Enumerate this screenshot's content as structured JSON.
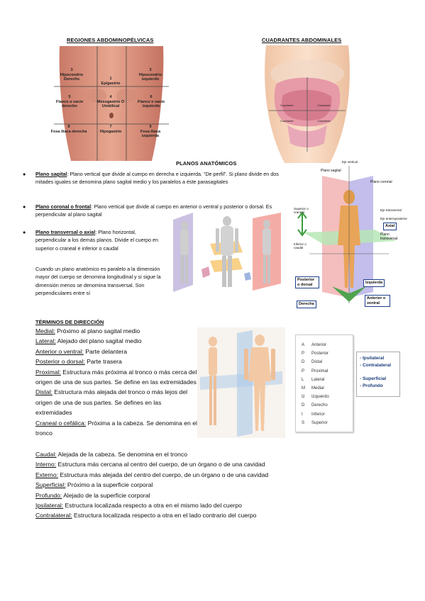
{
  "regions": {
    "title": "REGIONES ABDOMINOPÉLVICAS",
    "cells": [
      {
        "num": "3",
        "label": "Hipocondrio Derecho"
      },
      {
        "num": "1",
        "label": "Epigastrio"
      },
      {
        "num": "3",
        "label": "Hipocondrio izquierdo"
      },
      {
        "num": "5",
        "label": "Flanco o vacío derecho"
      },
      {
        "num": "4",
        "label": "Mesogastrio O Umbilical"
      },
      {
        "num": "6",
        "label": "Flanco o vacío izquierdo"
      },
      {
        "num": "8",
        "label": "Fosa iliaca derecha"
      },
      {
        "num": "7",
        "label": "Hipogastrio"
      },
      {
        "num": "9",
        "label": "Fosa iliaca izquierda"
      }
    ]
  },
  "quadrants": {
    "title": "CUADRANTES ABDOMINALES"
  },
  "planes": {
    "title": "PLANOS ANATÓMICOS",
    "items": [
      {
        "term": "Plano sagital",
        "text": ": Plano vertical que divide al cuerpo en derecha e izquierda. “De perfil”. Si plano divide en dos mitades iguales se denomina plano sagital medio y los paralelos a éste parasagitales"
      },
      {
        "term": "Plano coronal o frontal",
        "text": ": Plano vertical que divide al cuerpo en anterior o ventral y posterior o dorsal. Es perpendicular al plano sagital"
      },
      {
        "term": "Plano transversal o axial",
        "text": ": Plano horizontal, perpendicular a los demás planos. Divide el cuerpo en superior o craneal e inferior o caudal"
      }
    ],
    "note": "Cuando un plano anatómico es paralelo a la dimensión mayor del cuerpo se denomina longitudinal y si sigue la dimensión menos se denomina transversal. Son perpendiculares entre sí",
    "diagram_labels": {
      "sagital": "Plano sagital",
      "coronal": "Plano coronal",
      "eje_vertical": "Eje vertical",
      "eje_transversal": "Eje transversal",
      "eje_anteroposterior": "Eje anteroposterior",
      "superior": "Superior o craneal",
      "inferior": "Inferior o caudal",
      "axial": "Axial",
      "transversal": "Plano transversal",
      "posterior": "Posterior o dorsal",
      "izquierda": "Izquierda",
      "anterior": "Anterior o ventral",
      "derecha": "Derecha"
    }
  },
  "directions": {
    "title": "TÉRMINOS DE DIRECCIÓN",
    "terms": [
      {
        "term": "Medial:",
        "text": " Próximo al plano sagital medio"
      },
      {
        "term": "Lateral:",
        "text": " Alejado del plano sagital medio"
      },
      {
        "term": "Anterior o ventral:",
        "text": " Parte delantera"
      },
      {
        "term": "Posterior o dorsal:",
        "text": " Parte trasera"
      },
      {
        "term": "Proximal:",
        "text": " Estructura más próxima al tronco o más cerca del origen de una de sus partes. Se define en las extremidades"
      },
      {
        "term": "Distal:",
        "text": " Estructura más alejada del tronco o más lejos del origen de una de sus partes. Se defines en las extremidades"
      },
      {
        "term": "Craneal o cefálica:",
        "text": " Próxima a la cabeza. Se denomina en el tronco"
      },
      {
        "term": "Caudal:",
        "text": " Alejada de la cabeza. Se denomina en el tronco"
      },
      {
        "term": "Interno:",
        "text": " Estructura más cercana al centro del cuerpo, de un órgano o de una cavidad"
      },
      {
        "term": "Externo:",
        "text": " Estructura más alejada del centro del cuerpo, de un órgano o de una cavidad"
      },
      {
        "term": "Superficial:",
        "text": " Próximo a la superficie corporal"
      },
      {
        "term": "Profundo:",
        "text": " Alejado de la superficie corporal"
      },
      {
        "term": "Ipsilateral:",
        "text": " Estructura localizada respecto a otra en el mismo lado del cuerpo"
      },
      {
        "term": "Contralateral:",
        "text": " Estructura localizada respecto a otra en el lado contrario del cuerpo"
      }
    ],
    "legend": [
      {
        "key": "A",
        "value": "Anterior"
      },
      {
        "key": "P",
        "value": "Posterior"
      },
      {
        "key": "D",
        "value": "Distal"
      },
      {
        "key": "P",
        "value": "Proximal"
      },
      {
        "key": "L",
        "value": "Lateral"
      },
      {
        "key": "M",
        "value": "Medial"
      },
      {
        "key": "Iz",
        "value": "Izquierdo"
      },
      {
        "key": "D",
        "value": "Derecho"
      },
      {
        "key": "I",
        "value": "Inferior"
      },
      {
        "key": "S",
        "value": "Superior"
      }
    ],
    "extra_terms": [
      "- Ipsilateral",
      "- Contralateral",
      "- Superficial",
      "- Profundo"
    ]
  }
}
